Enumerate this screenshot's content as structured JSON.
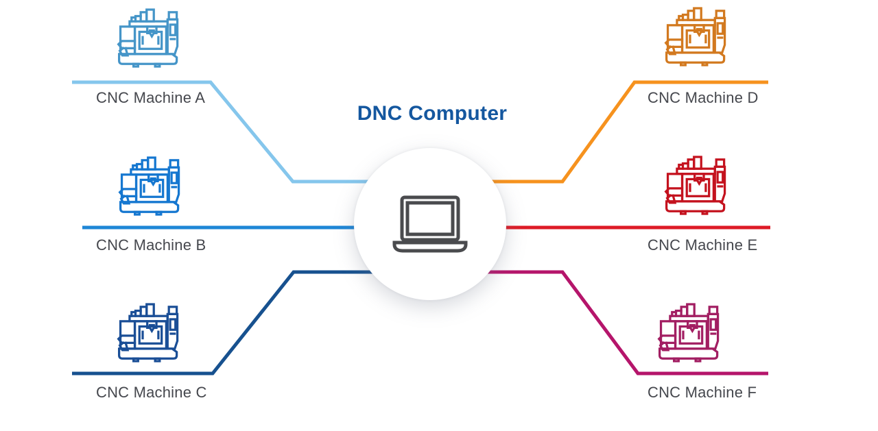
{
  "title": "DNC Computer",
  "background": "#ffffff",
  "text_colors": {
    "title": "#14579F",
    "label": "#45474D"
  },
  "hub": {
    "name": "DNC Computer",
    "icon": "laptop-icon",
    "icon_color": "#4A4B4E",
    "circle_color": "#FFFFFF"
  },
  "machines": [
    {
      "id": "A",
      "label": "CNC Machine A",
      "icon": "cnc-machine-icon",
      "icon_color": "#4595C8",
      "line_color": "#85C6EC",
      "side": "left"
    },
    {
      "id": "B",
      "label": "CNC Machine B",
      "icon": "cnc-machine-icon",
      "icon_color": "#1577D0",
      "line_color": "#1E86D6",
      "side": "left"
    },
    {
      "id": "C",
      "label": "CNC Machine C",
      "icon": "cnc-machine-icon",
      "icon_color": "#1A4E96",
      "line_color": "#17518F",
      "side": "left"
    },
    {
      "id": "D",
      "label": "CNC Machine D",
      "icon": "cnc-machine-icon",
      "icon_color": "#D2791F",
      "line_color": "#F6921E",
      "side": "right"
    },
    {
      "id": "E",
      "label": "CNC Machine E",
      "icon": "cnc-machine-icon",
      "icon_color": "#C4121E",
      "line_color": "#DE1B26",
      "side": "right"
    },
    {
      "id": "F",
      "label": "CNC Machine F",
      "icon": "cnc-machine-icon",
      "icon_color": "#A21E62",
      "line_color": "#B5156B",
      "side": "right"
    }
  ]
}
